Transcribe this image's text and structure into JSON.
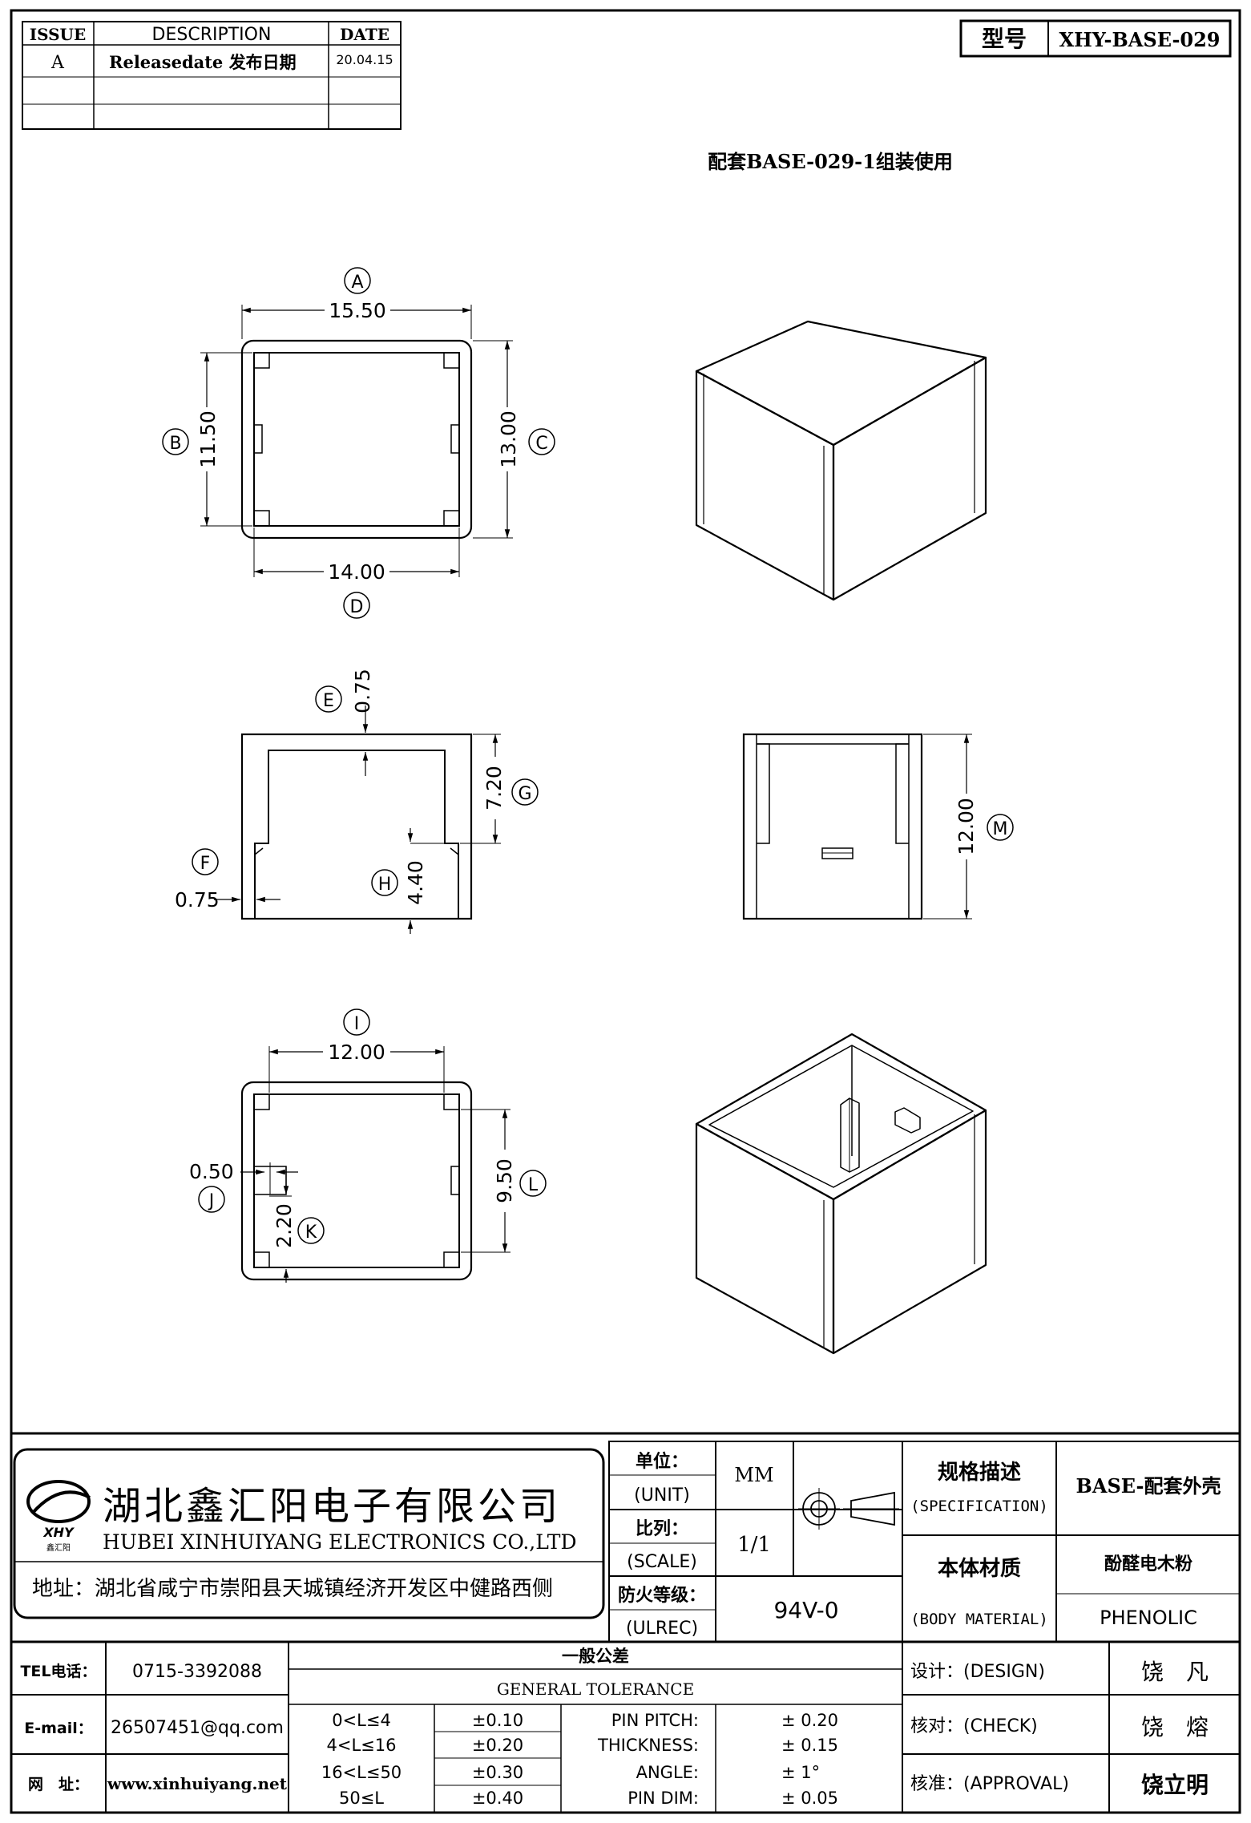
{
  "revision_table": {
    "headers": {
      "issue": "ISSUE",
      "description": "DESCRIPTION",
      "date": "DATE"
    },
    "rows": [
      {
        "issue": "A",
        "description": "Releasedate 发布日期",
        "date": "20.04.15"
      }
    ]
  },
  "model": {
    "label": "型号",
    "value": "XHY-BASE-029"
  },
  "note": "配套BASE-029-1组装使用",
  "dimensions": {
    "A": "15.50",
    "B": "11.50",
    "C": "13.00",
    "D": "14.00",
    "E": "0.75",
    "F": "0.75",
    "G": "7.20",
    "H": "4.40",
    "I": "12.00",
    "J": "0.50",
    "K": "2.20",
    "L": "9.50",
    "M": "12.00"
  },
  "company": {
    "name_cn": "湖北鑫汇阳电子有限公司",
    "name_en": "HUBEI XINHUIYANG ELECTRONICS CO.,LTD",
    "logo_text": "XHY",
    "logo_sub": "鑫汇阳",
    "address": "地址：湖北省咸宁市崇阳县天城镇经济开发区中健路西侧"
  },
  "title_block": {
    "unit_cn": "单位：",
    "unit_en": "(UNIT)",
    "unit_value": "MM",
    "scale_cn": "比列：",
    "scale_en": "(SCALE)",
    "scale_value": "1/1",
    "ul_cn": "防火等级：",
    "ul_en": "(ULREC)",
    "ul_value": "94V-0",
    "spec_cn": "规格描述",
    "spec_en": "(SPECIFICATION)",
    "spec_value": "BASE-配套外壳",
    "material_cn": "本体材质",
    "material_en": "(BODY MATERIAL)",
    "material_value_cn": "酚醛电木粉",
    "material_value_en": "PHENOLIC"
  },
  "contact": {
    "tel_label": "TEL电话：",
    "tel": "0715-3392088",
    "email_label": "E-mail：",
    "email": "26507451@qq.com",
    "web_label": "网　址：",
    "web": "www.xinhuiyang.net"
  },
  "tolerance": {
    "title_cn": "一般公差",
    "title_en": "GENERAL TOLERANCE",
    "ranges": [
      {
        "range": "0<L≤4",
        "tol": "±0.10"
      },
      {
        "range": "4<L≤16",
        "tol": "±0.20"
      },
      {
        "range": "16<L≤50",
        "tol": "±0.30"
      },
      {
        "range": "50≤L",
        "tol": "±0.40"
      }
    ],
    "specs": [
      {
        "name": "PIN PITCH:",
        "value": "±  0.20"
      },
      {
        "name": "THICKNESS:",
        "value": "±  0.15"
      },
      {
        "name": "ANGLE:",
        "value": "±  1°"
      },
      {
        "name": "PIN DIM:",
        "value": "±  0.05"
      }
    ]
  },
  "signoff": {
    "design_label": "设计：(DESIGN)",
    "design": "饶　凡",
    "check_label": "核对：(CHECK)",
    "check": "饶　熔",
    "approval_label": "核准：(APPROVAL)",
    "approval": "饶立明"
  }
}
